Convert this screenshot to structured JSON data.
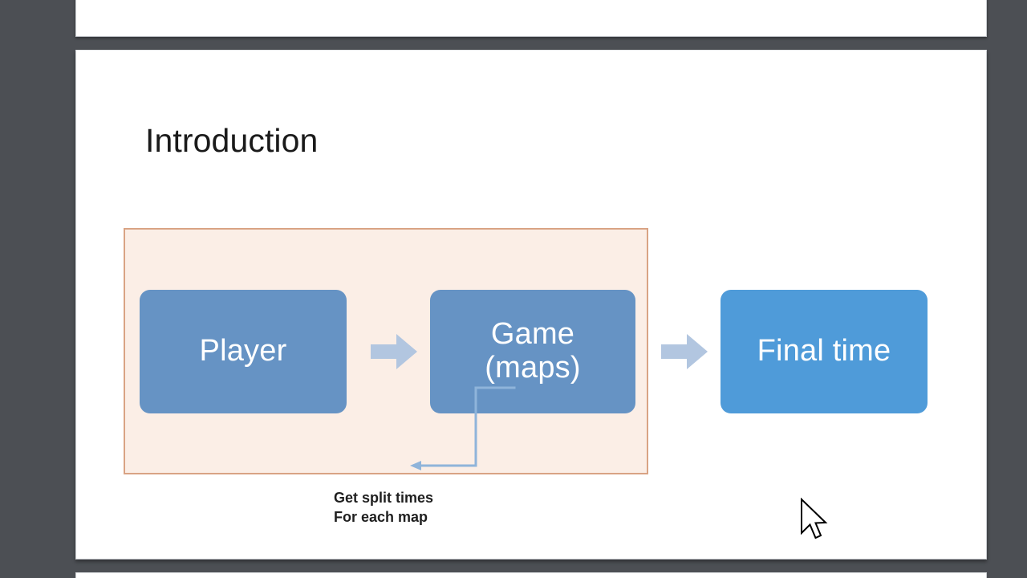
{
  "viewer": {
    "background_color": "#4c4f54",
    "slide_background": "#ffffff"
  },
  "slide": {
    "title": "Introduction",
    "group": {
      "name": "process-group",
      "fill_color": "#fbeee6",
      "border_color": "#d9a384"
    },
    "boxes": [
      {
        "id": "player",
        "lines": [
          "Player"
        ],
        "fill_color": "#6693c4",
        "text_color": "#ffffff"
      },
      {
        "id": "game",
        "lines": [
          "Game",
          "(maps)"
        ],
        "fill_color": "#6693c4",
        "text_color": "#ffffff"
      },
      {
        "id": "final-time",
        "lines": [
          "Final time"
        ],
        "fill_color": "#4f9bd9",
        "text_color": "#ffffff"
      }
    ],
    "arrows": [
      {
        "id": "arrow-player-to-game",
        "icon": "right-block-arrow-icon",
        "color": "#b2c6e0"
      },
      {
        "id": "arrow-game-to-final",
        "icon": "right-block-arrow-icon",
        "color": "#b2c6e0"
      }
    ],
    "connector": {
      "icon": "elbow-connector-arrow-icon",
      "color": "#8fb4da",
      "label_lines": [
        "Get split times",
        "For each map"
      ],
      "label_color": "#1f1f1f"
    }
  },
  "cursor": {
    "icon": "mouse-pointer-icon",
    "fill_color": "#ffffff",
    "stroke_color": "#000000"
  }
}
